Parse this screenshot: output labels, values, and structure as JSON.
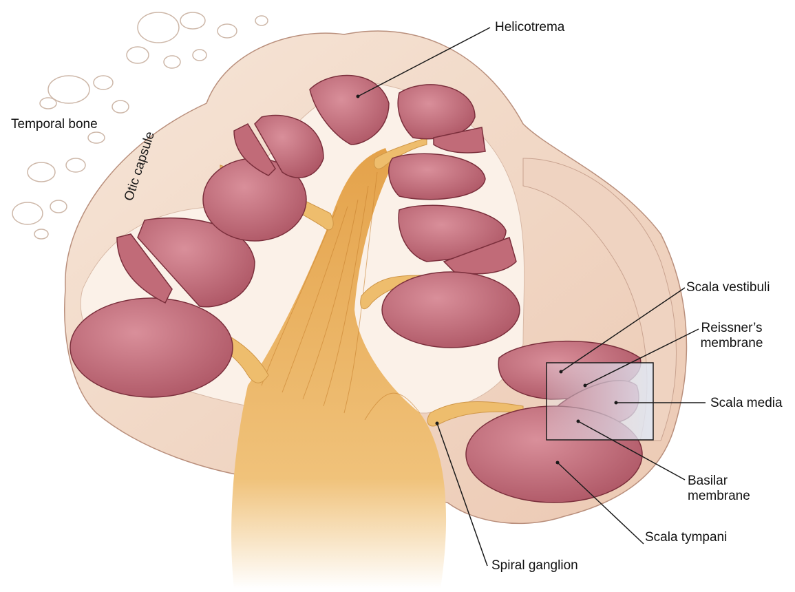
{
  "labels": {
    "temporal_bone": "Temporal bone",
    "otic_capsule": "Otic capsule",
    "helicotrema": "Helicotrema",
    "scala_vestibuli": "Scala vestibuli",
    "reissners_membrane_1": "Reissner’s",
    "reissners_membrane_2": "membrane",
    "scala_media": "Scala media",
    "basilar_membrane_1": "Basilar",
    "basilar_membrane_2": "membrane",
    "scala_tympani": "Scala tympani",
    "spiral_ganglion": "Spiral ganglion"
  },
  "colors": {
    "bone": "#f3dccb",
    "bone_shadow": "#e6c1aa",
    "chamber": "#b8606e",
    "chamber_light": "#d58c97",
    "nerve": "#e3a650",
    "nerve_light": "#f3c981",
    "line": "#1a1a1a"
  }
}
